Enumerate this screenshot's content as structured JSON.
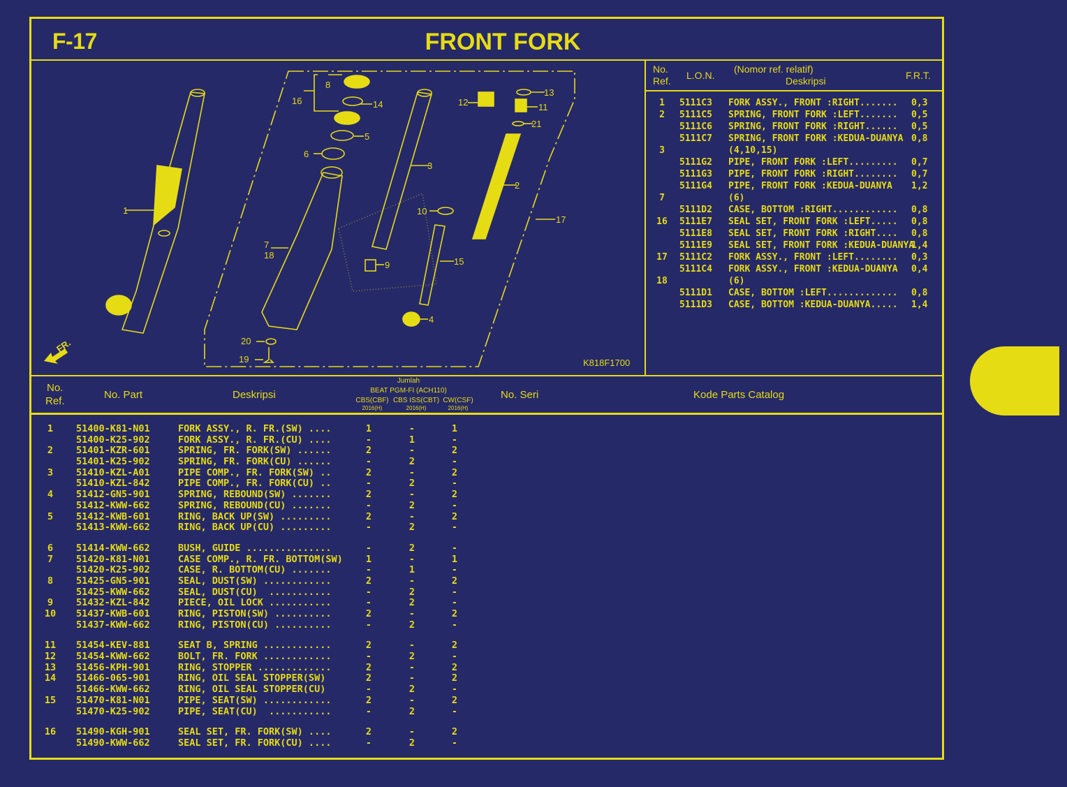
{
  "header": {
    "section_code": "F-17",
    "title": "FRONT FORK"
  },
  "diagram": {
    "drawing_code": "K818F1700",
    "direction_label": "FR.",
    "callouts": [
      "1",
      "2",
      "3",
      "4",
      "5",
      "6",
      "7",
      "8",
      "9",
      "10",
      "11",
      "12",
      "13",
      "14",
      "15",
      "16",
      "17",
      "18",
      "19",
      "20",
      "21"
    ]
  },
  "lon_panel": {
    "headers": {
      "no_ref": "No.\nRef.",
      "no_ref_line1": "No.",
      "no_ref_line2": "Ref.",
      "lon": "L.O.N.",
      "desc_line1": "(Nomor ref. relatif)",
      "desc_line2": "Deskripsi",
      "frt": "F.R.T."
    },
    "rows": [
      {
        "ref": "1",
        "lon": "5111C3",
        "desc": "FORK ASSY., FRONT :RIGHT.......",
        "frt": "0,3"
      },
      {
        "ref": "2",
        "lon": "5111C5",
        "desc": "SPRING, FRONT FORK :LEFT.......",
        "frt": "0,5"
      },
      {
        "ref": "",
        "lon": "5111C6",
        "desc": "SPRING, FRONT FORK :RIGHT......",
        "frt": "0,5"
      },
      {
        "ref": "",
        "lon": "5111C7",
        "desc": "SPRING, FRONT FORK :KEDUA-DUANYA",
        "frt": "0,8"
      },
      {
        "ref": "3",
        "lon": "",
        "desc": "(4,10,15)",
        "frt": ""
      },
      {
        "ref": "",
        "lon": "5111G2",
        "desc": "PIPE, FRONT FORK :LEFT.........",
        "frt": "0,7"
      },
      {
        "ref": "",
        "lon": "5111G3",
        "desc": "PIPE, FRONT FORK :RIGHT........",
        "frt": "0,7"
      },
      {
        "ref": "",
        "lon": "5111G4",
        "desc": "PIPE, FRONT FORK :KEDUA-DUANYA",
        "frt": "1,2"
      },
      {
        "ref": "7",
        "lon": "",
        "desc": "(6)",
        "frt": ""
      },
      {
        "ref": "",
        "lon": "5111D2",
        "desc": "CASE, BOTTOM :RIGHT............",
        "frt": "0,8"
      },
      {
        "ref": "16",
        "lon": "5111E7",
        "desc": "SEAL SET, FRONT FORK :LEFT.....",
        "frt": "0,8"
      },
      {
        "ref": "",
        "lon": "5111E8",
        "desc": "SEAL SET, FRONT FORK :RIGHT....",
        "frt": "0,8"
      },
      {
        "ref": "",
        "lon": "5111E9",
        "desc": "SEAL SET, FRONT FORK :KEDUA-DUANYA",
        "frt": "1,4"
      },
      {
        "ref": "17",
        "lon": "5111C2",
        "desc": "FORK ASSY., FRONT :LEFT........",
        "frt": "0,3"
      },
      {
        "ref": "",
        "lon": "5111C4",
        "desc": "FORK ASSY., FRONT :KEDUA-DUANYA",
        "frt": "0,4"
      },
      {
        "ref": "18",
        "lon": "",
        "desc": "(6)",
        "frt": ""
      },
      {
        "ref": "",
        "lon": "5111D1",
        "desc": "CASE, BOTTOM :LEFT.............",
        "frt": "0,8"
      },
      {
        "ref": "",
        "lon": "5111D3",
        "desc": "CASE, BOTTOM :KEDUA-DUANYA.....",
        "frt": "1,4"
      }
    ]
  },
  "parts_table": {
    "headers": {
      "no_ref_line1": "No.",
      "no_ref_line2": "Ref.",
      "no_part": "No. Part",
      "deskripsi": "Deskripsi",
      "jumlah": "Jumlah",
      "model": "BEAT PGM-FI (ACH110)",
      "variants": [
        {
          "name": "CBS(CBF)",
          "year": "2016(H)"
        },
        {
          "name": "CBS ISS(CBT)",
          "year": "2016(H)"
        },
        {
          "name": "CW(CSF)",
          "year": "2016(H)"
        }
      ],
      "no_seri": "No. Seri",
      "kode_parts_catalog": "Kode Parts Catalog"
    },
    "groups": [
      [
        {
          "ref": "1",
          "part": "51400-K81-N01",
          "desc": "FORK ASSY., R. FR.(SW) ....",
          "q": [
            "1",
            "-",
            "1"
          ]
        },
        {
          "ref": "",
          "part": "51400-K25-902",
          "desc": "FORK ASSY., R. FR.(CU) ....",
          "q": [
            "-",
            "1",
            "-"
          ]
        },
        {
          "ref": "2",
          "part": "51401-KZR-601",
          "desc": "SPRING, FR. FORK(SW) ......",
          "q": [
            "2",
            "-",
            "2"
          ]
        },
        {
          "ref": "",
          "part": "51401-K25-902",
          "desc": "SPRING, FR. FORK(CU) ......",
          "q": [
            "-",
            "2",
            "-"
          ]
        },
        {
          "ref": "3",
          "part": "51410-KZL-A01",
          "desc": "PIPE COMP., FR. FORK(SW) ..",
          "q": [
            "2",
            "-",
            "2"
          ]
        },
        {
          "ref": "",
          "part": "51410-KZL-842",
          "desc": "PIPE COMP., FR. FORK(CU) ..",
          "q": [
            "-",
            "2",
            "-"
          ]
        },
        {
          "ref": "4",
          "part": "51412-GN5-901",
          "desc": "SPRING, REBOUND(SW) .......",
          "q": [
            "2",
            "-",
            "2"
          ]
        },
        {
          "ref": "",
          "part": "51412-KWW-662",
          "desc": "SPRING, REBOUND(CU) .......",
          "q": [
            "-",
            "2",
            "-"
          ]
        },
        {
          "ref": "5",
          "part": "51412-KWB-601",
          "desc": "RING, BACK UP(SW) .........",
          "q": [
            "2",
            "-",
            "2"
          ]
        },
        {
          "ref": "",
          "part": "51413-KWW-662",
          "desc": "RING, BACK UP(CU) .........",
          "q": [
            "-",
            "2",
            "-"
          ]
        }
      ],
      [
        {
          "ref": "6",
          "part": "51414-KWW-662",
          "desc": "BUSH, GUIDE ...............",
          "q": [
            "-",
            "2",
            "-"
          ]
        },
        {
          "ref": "7",
          "part": "51420-K81-N01",
          "desc": "CASE COMP., R. FR. BOTTOM(SW)",
          "q": [
            "1",
            "-",
            "1"
          ]
        },
        {
          "ref": "",
          "part": "51420-K25-902",
          "desc": "CASE, R. BOTTOM(CU) .......",
          "q": [
            "-",
            "1",
            "-"
          ]
        },
        {
          "ref": "8",
          "part": "51425-GN5-901",
          "desc": "SEAL, DUST(SW) ............",
          "q": [
            "2",
            "-",
            "2"
          ]
        },
        {
          "ref": "",
          "part": "51425-KWW-662",
          "desc": "SEAL, DUST(CU)  ...........",
          "q": [
            "-",
            "2",
            "-"
          ]
        },
        {
          "ref": "9",
          "part": "51432-KZL-842",
          "desc": "PIECE, OIL LOCK ...........",
          "q": [
            "-",
            "2",
            "-"
          ]
        },
        {
          "ref": "10",
          "part": "51437-KWB-601",
          "desc": "RING, PISTON(SW) ..........",
          "q": [
            "2",
            "-",
            "2"
          ]
        },
        {
          "ref": "",
          "part": "51437-KWW-662",
          "desc": "RING, PISTON(CU) ..........",
          "q": [
            "-",
            "2",
            "-"
          ]
        }
      ],
      [
        {
          "ref": "11",
          "part": "51454-KEV-881",
          "desc": "SEAT B, SPRING ............",
          "q": [
            "2",
            "-",
            "2"
          ]
        },
        {
          "ref": "12",
          "part": "51454-KWW-662",
          "desc": "BOLT, FR. FORK ............",
          "q": [
            "-",
            "2",
            "-"
          ]
        },
        {
          "ref": "13",
          "part": "51456-KPH-901",
          "desc": "RING, STOPPER .............",
          "q": [
            "2",
            "-",
            "2"
          ]
        },
        {
          "ref": "14",
          "part": "51466-065-901",
          "desc": "RING, OIL SEAL STOPPER(SW)",
          "q": [
            "2",
            "-",
            "2"
          ]
        },
        {
          "ref": "",
          "part": "51466-KWW-662",
          "desc": "RING, OIL SEAL STOPPER(CU)",
          "q": [
            "-",
            "2",
            "-"
          ]
        },
        {
          "ref": "15",
          "part": "51470-K81-N01",
          "desc": "PIPE, SEAT(SW) ............",
          "q": [
            "2",
            "-",
            "2"
          ]
        },
        {
          "ref": "",
          "part": "51470-K25-902",
          "desc": "PIPE, SEAT(CU)  ...........",
          "q": [
            "-",
            "2",
            "-"
          ]
        }
      ],
      [
        {
          "ref": "16",
          "part": "51490-KGH-901",
          "desc": "SEAL SET, FR. FORK(SW) ....",
          "q": [
            "2",
            "-",
            "2"
          ]
        },
        {
          "ref": "",
          "part": "51490-KWW-662",
          "desc": "SEAL SET, FR. FORK(CU) ....",
          "q": [
            "-",
            "2",
            "-"
          ]
        }
      ]
    ]
  },
  "side_tab": {
    "color": "#e6dc14"
  },
  "colors": {
    "background": "#262968",
    "accent": "#e6dc14"
  }
}
